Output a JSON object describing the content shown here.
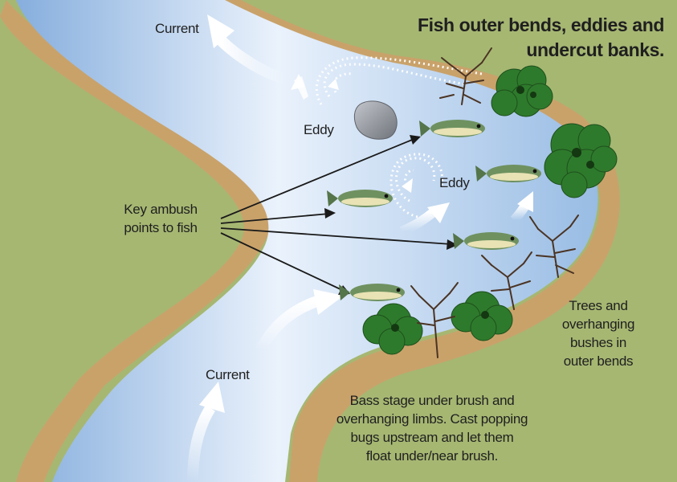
{
  "title": {
    "line1": "Fish outer bends, eddies and",
    "line2": "undercut banks."
  },
  "labels": {
    "current_top": "Current",
    "current_bottom": "Current",
    "eddy_top": "Eddy",
    "eddy_middle": "Eddy",
    "ambush_line1": "Key ambush",
    "ambush_line2": "points to fish",
    "trees_line1": "Trees and",
    "trees_line2": "overhanging",
    "trees_line3": "bushes in",
    "trees_line4": "outer bends",
    "bass_line1": "Bass stage under brush and",
    "bass_line2": "overhanging limbs. Cast popping",
    "bass_line3": "bugs upstream and let them",
    "bass_line4": "float under/near brush."
  },
  "colors": {
    "land": "#a6b772",
    "sand": "#c9a26a",
    "water_light": "#e6f0fb",
    "water_dark": "#8fb4e0",
    "bush": "#2e7a2c",
    "fish": "#6f9160"
  }
}
